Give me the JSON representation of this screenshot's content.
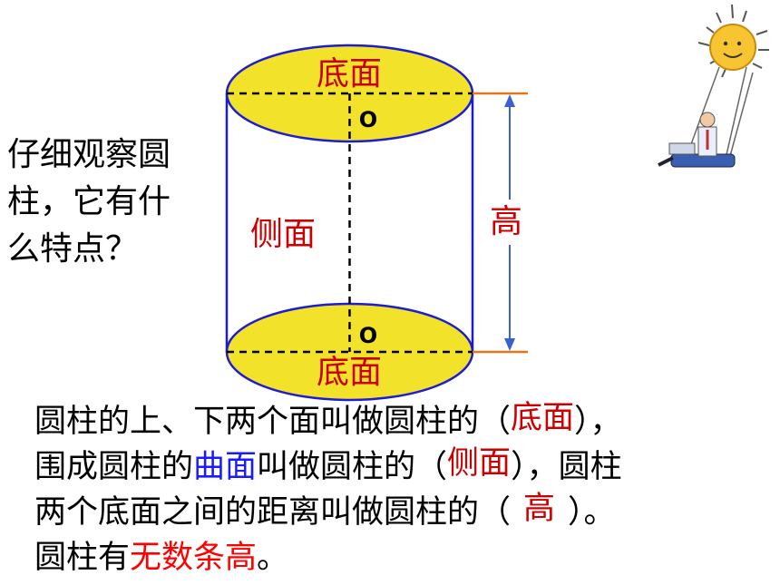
{
  "question": {
    "line1": "仔细观察圆",
    "line2": "柱，它有什",
    "line3": "么特点？"
  },
  "figure": {
    "top_label": "底面",
    "bottom_label": "底面",
    "side_label": "侧面",
    "height_label": "高",
    "center_top": "O",
    "center_bottom": "O",
    "colors": {
      "ellipse_fill": "#f2e22a",
      "outline": "#1c1cd6",
      "label_red": "#cc0000",
      "height_arrow": "#3a5fd6",
      "height_tick": "#e8741a"
    }
  },
  "paragraph": {
    "l1_text": "圆柱的上、下两个面叫做圆柱的（",
    "l1_answer": "底面",
    "l1_end": "），",
    "l2_a": "围成圆柱的",
    "l2_blue": "曲面",
    "l2_b": "叫做圆柱的（",
    "l2_answer": "侧面",
    "l2_end": "），圆柱",
    "l3_a": "两个底面之间的距离叫做圆柱的（",
    "l3_answer": "高",
    "l3_end": "）。",
    "l4_a": "圆柱有",
    "l4_red": "无数条高",
    "l4_end": "。"
  },
  "decoration": {
    "sun_icon": "sun-swing-illustration"
  }
}
